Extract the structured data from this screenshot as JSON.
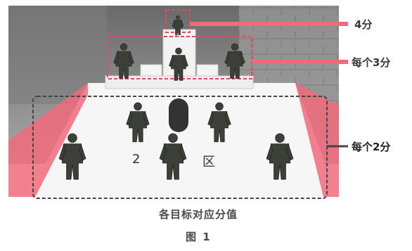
{
  "score_labels": {
    "top": "4分",
    "middle": "每个3分",
    "bottom": "每个2分"
  },
  "zone_labels": {
    "number": "2",
    "character": "区"
  },
  "caption": "各目标对应分值",
  "figure_label": "图 1",
  "colors": {
    "highlight": "#f06a7a",
    "dashed_box": "#e24a5a",
    "wall": "#8a8a8a",
    "floor": "#f6f6f6"
  }
}
